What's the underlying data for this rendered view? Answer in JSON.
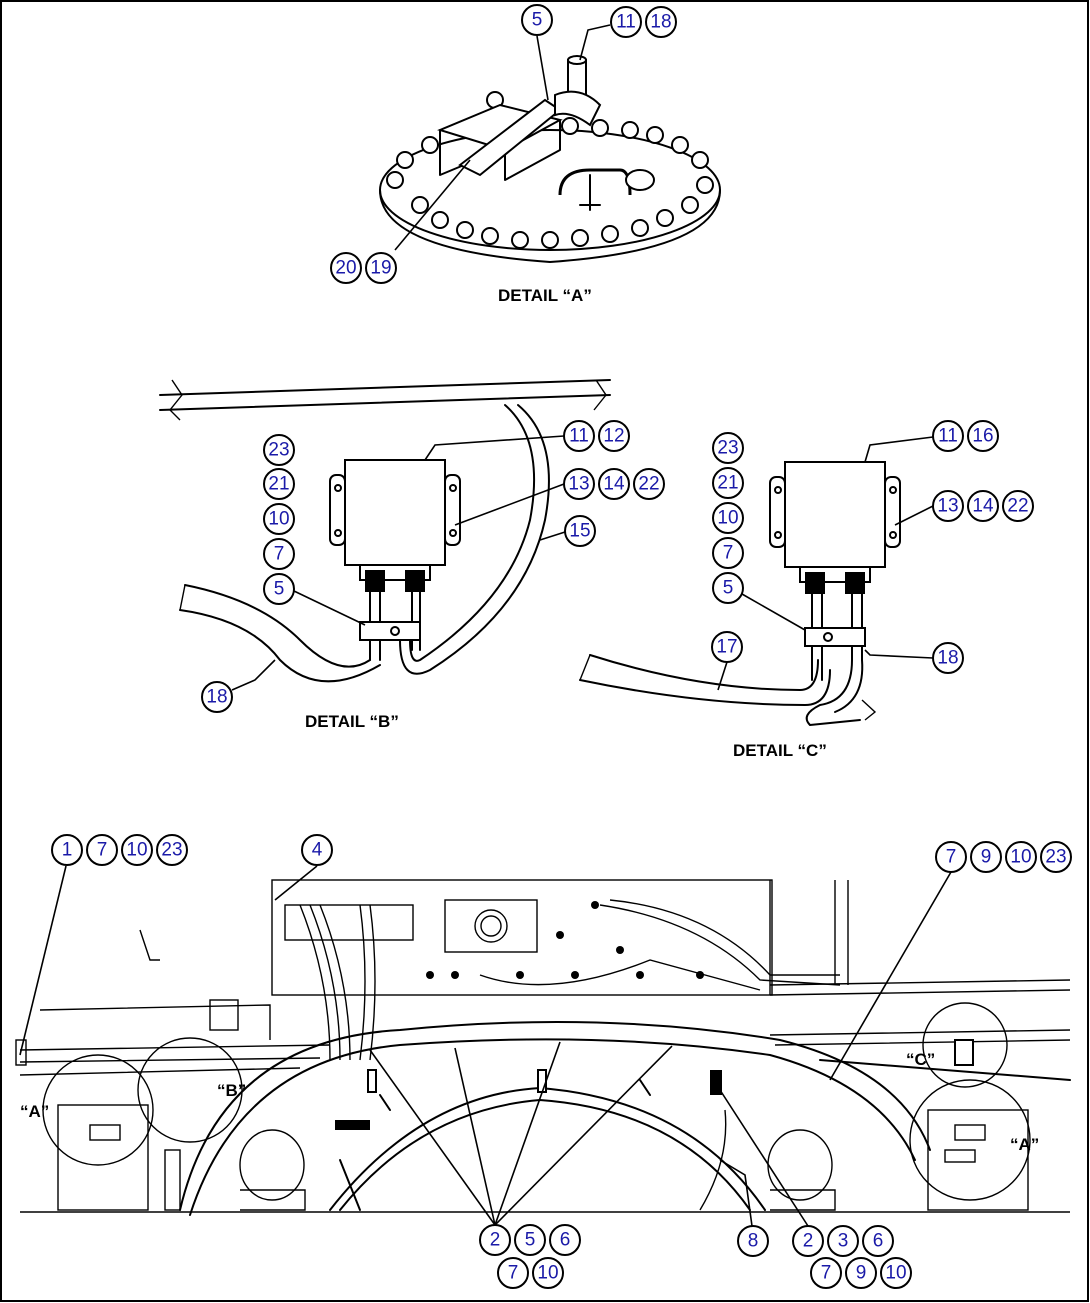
{
  "details": {
    "a_caption": "DETAIL “A”",
    "b_caption": "DETAIL “B”",
    "c_caption": "DETAIL “C”"
  },
  "view_labels": {
    "a_left": "“A”",
    "b": "“B”",
    "c": "“C”",
    "a_right": "“A”"
  },
  "callouts": {
    "detail_a": [
      "5",
      "11",
      "18",
      "20",
      "19"
    ],
    "detail_b": [
      "23",
      "21",
      "10",
      "7",
      "5",
      "11",
      "12",
      "13",
      "14",
      "22",
      "15",
      "18"
    ],
    "detail_c": [
      "23",
      "21",
      "10",
      "7",
      "5",
      "11",
      "16",
      "13",
      "14",
      "22",
      "17",
      "18"
    ],
    "main": [
      "1",
      "7",
      "10",
      "23",
      "4",
      "7",
      "9",
      "10",
      "23",
      "2",
      "5",
      "6",
      "7",
      "10",
      "8",
      "2",
      "3",
      "6",
      "7",
      "9",
      "10"
    ]
  }
}
